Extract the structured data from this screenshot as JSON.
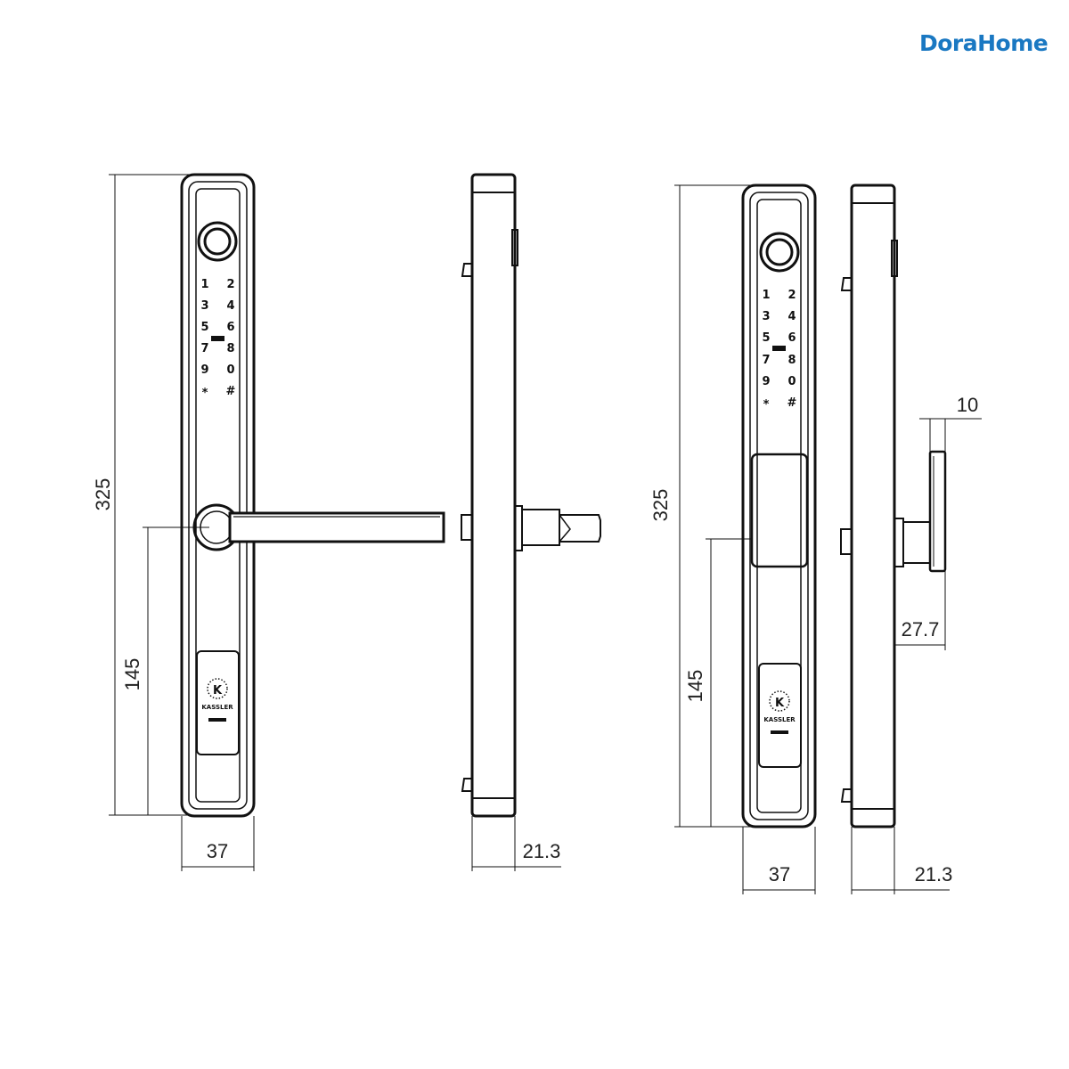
{
  "brand": {
    "logo_text": "DoraHome",
    "logo_color": "#1a78c2"
  },
  "lock_brand": {
    "letter": "K",
    "name": "KASSLER"
  },
  "keypad": {
    "keys": [
      "1",
      "2",
      "3",
      "4",
      "5",
      "6",
      "7",
      "8",
      "9",
      "0",
      "*",
      "#"
    ]
  },
  "dimensions": {
    "left_height": "325",
    "left_handle_height": "145",
    "left_width": "37",
    "left_depth": "21.3",
    "right_height": "325",
    "right_handle_height": "145",
    "right_width": "37",
    "right_depth": "21.3",
    "right_knob_width": "10",
    "right_knob_offset": "27.7"
  }
}
